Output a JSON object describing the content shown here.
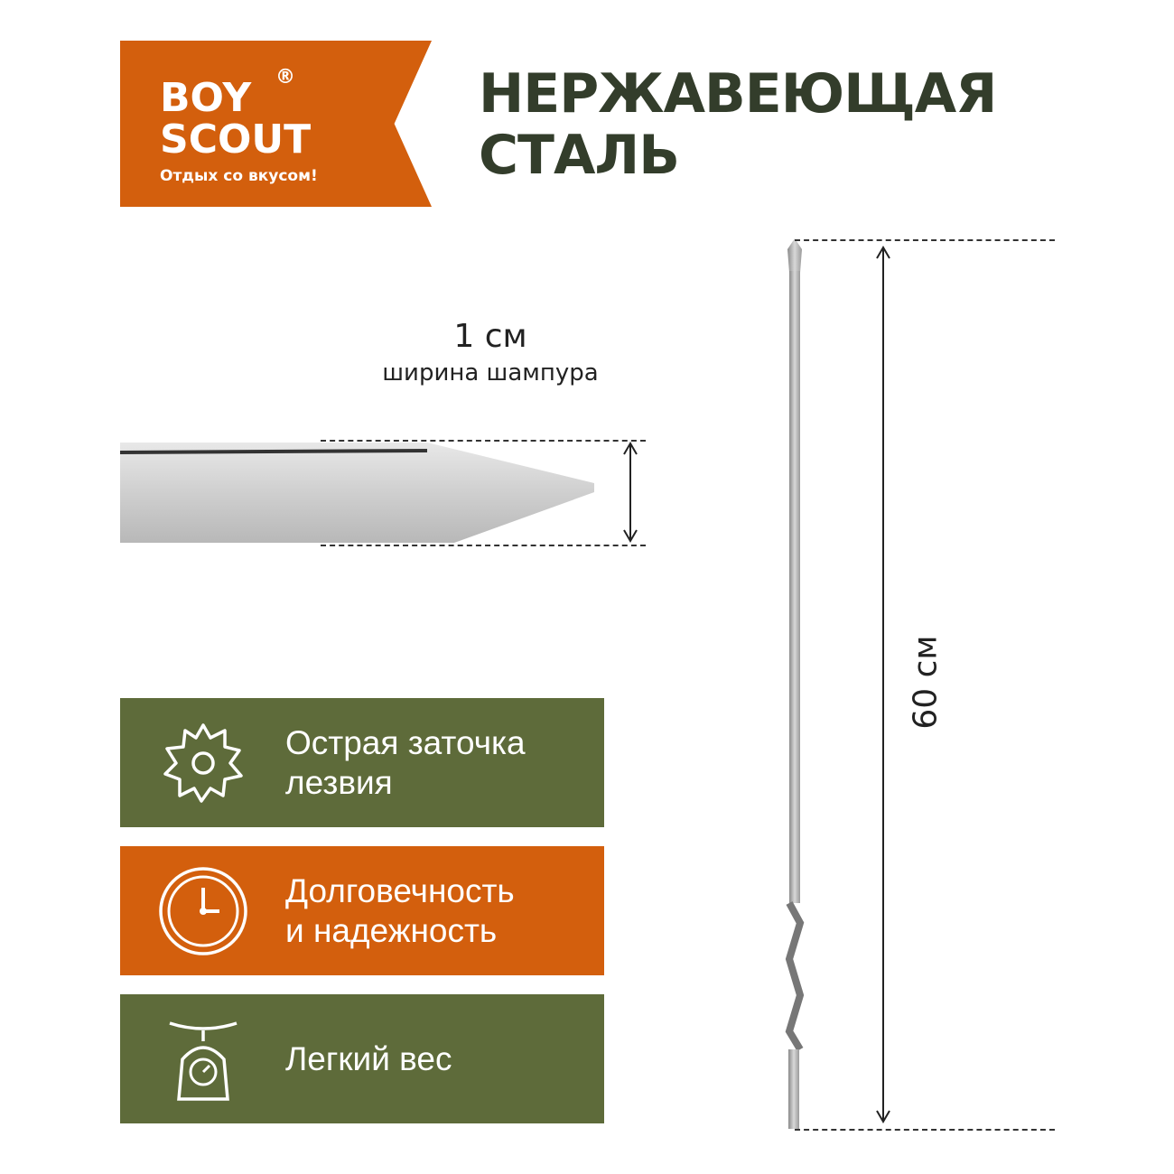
{
  "logo": {
    "line1": "BOY",
    "line2": "SCOUT",
    "registered": "®",
    "tagline": "Отдых со вкусом!"
  },
  "title": {
    "line1": "НЕРЖАВЕЮЩАЯ",
    "line2": "СТАЛЬ"
  },
  "width_dim": {
    "value": "1 см",
    "label": "ширина шампура"
  },
  "length_dim": {
    "value": "60 см"
  },
  "features": [
    {
      "icon": "saw-blade-icon",
      "line1": "Острая заточка",
      "line2": "лезвия",
      "color": "#5e6b3a"
    },
    {
      "icon": "clock-icon",
      "line1": "Долговечность",
      "line2": "и надежность",
      "color": "#d35f0d"
    },
    {
      "icon": "scale-icon",
      "line1": "Легкий вес",
      "line2": "",
      "color": "#5e6b3a"
    }
  ],
  "colors": {
    "orange": "#d35f0d",
    "green": "#5e6b3a",
    "title": "#333d2b"
  }
}
